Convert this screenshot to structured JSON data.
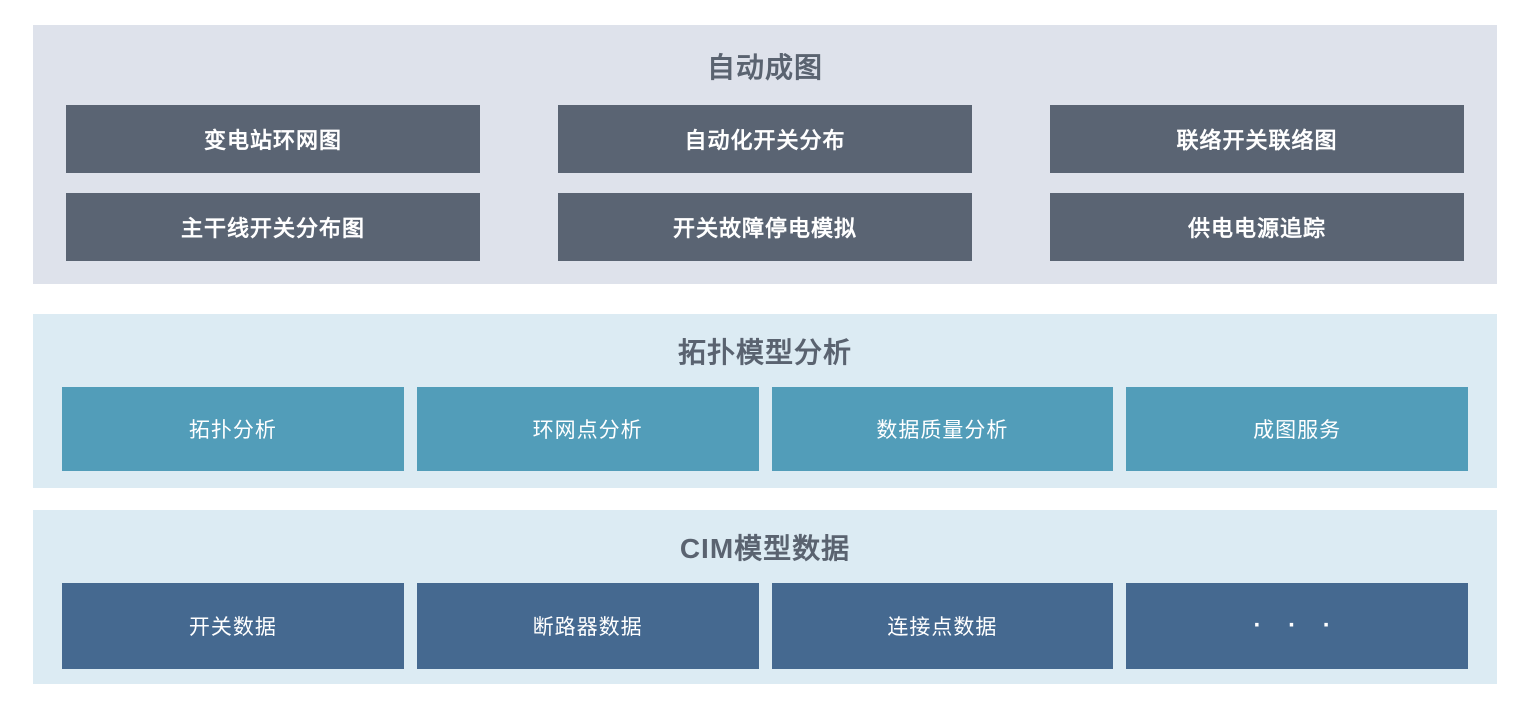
{
  "sections": [
    {
      "title": "自动成图",
      "items": [
        "变电站环网图",
        "自动化开关分布",
        "联络开关联络图",
        "主干线开关分布图",
        "开关故障停电模拟",
        "供电电源追踪"
      ]
    },
    {
      "title": "拓扑模型分析",
      "items": [
        "拓扑分析",
        "环网点分析",
        "数据质量分析",
        "成图服务"
      ]
    },
    {
      "title": "CIM模型数据",
      "items": [
        "开关数据",
        "断路器数据",
        "连接点数据",
        "· · ·"
      ]
    }
  ],
  "colors": {
    "panel_gray_bg": "#dee2eb",
    "panel_blue_bg": "#dcebf3",
    "box_dark": "#5a6473",
    "box_teal": "#529db9",
    "box_navy": "#456990",
    "title_text": "#5a6370",
    "box_text": "#ffffff"
  }
}
